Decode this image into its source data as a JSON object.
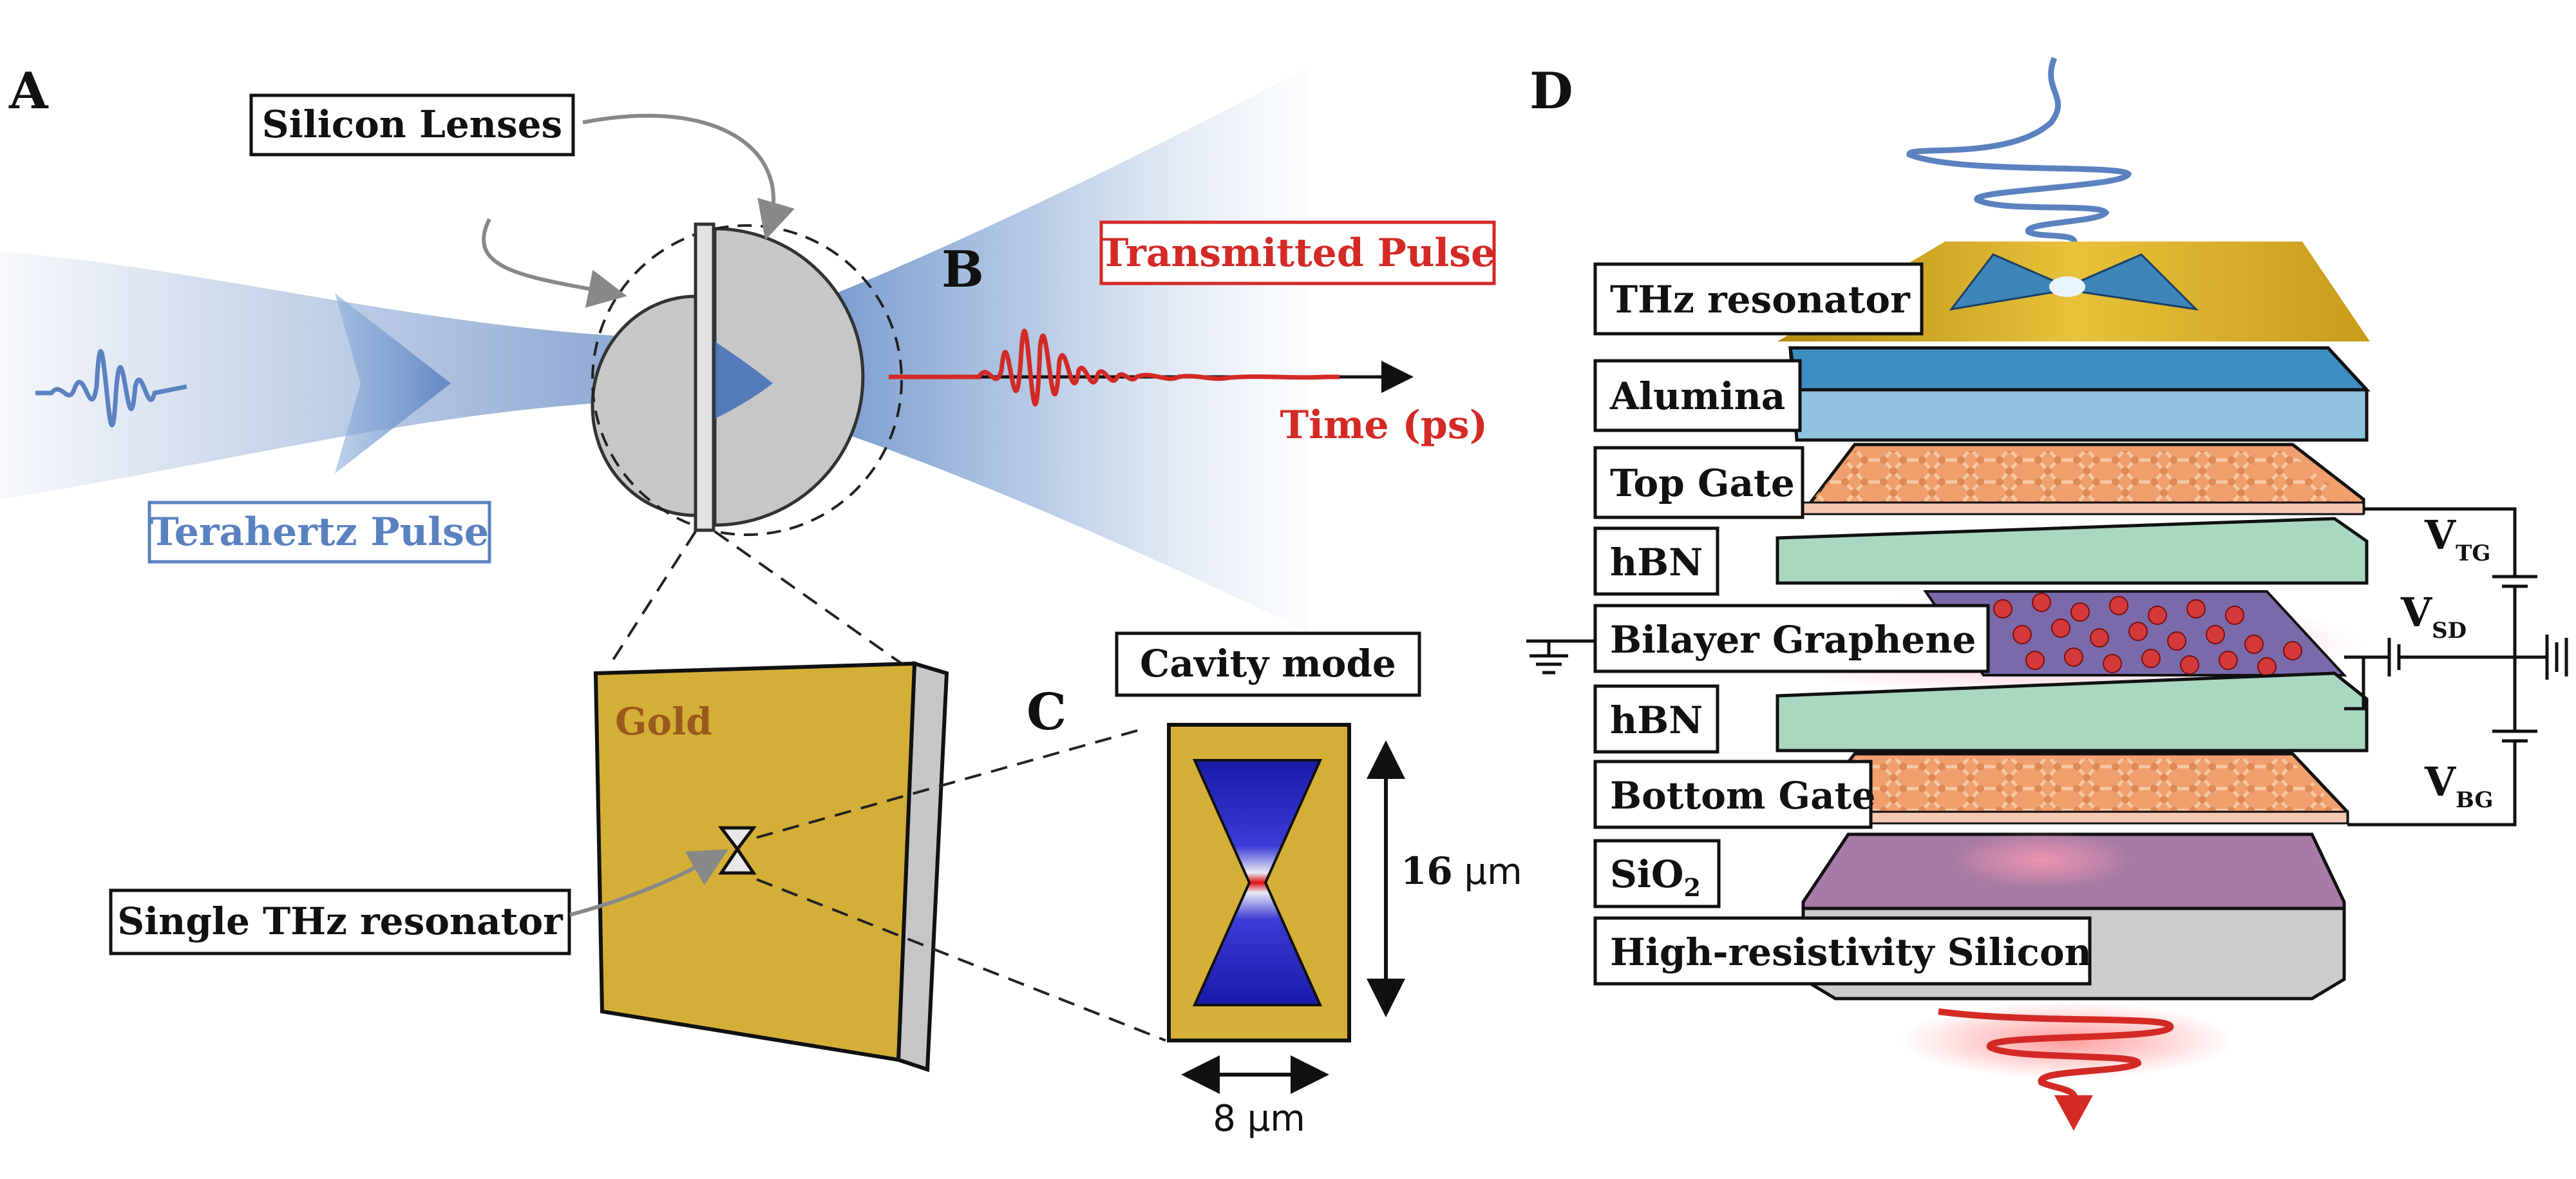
{
  "panels": {
    "a": "A",
    "b": "B",
    "c": "C",
    "d": "D"
  },
  "labels": {
    "silicon_lenses": "Silicon Lenses",
    "transmitted_pulse": "Transmitted Pulse",
    "time_axis": "Time (ps)",
    "terahertz_pulse": "Terahertz Pulse",
    "gold": "Gold",
    "single_resonator": "Single THz resonator",
    "cavity_mode": "Cavity mode",
    "height_dim_value": "16",
    "height_dim_unit": " μm",
    "width_dim": "8 μm"
  },
  "stack": {
    "layers": [
      "THz resonator",
      "Alumina",
      "Top Gate",
      "hBN",
      "Bilayer Graphene",
      "hBN",
      "Bottom Gate",
      "SiO",
      "High-resistivity Silicon"
    ],
    "sio2_subscript": "2"
  },
  "voltages": {
    "tg": {
      "main": "V",
      "sub": "TG"
    },
    "sd": {
      "main": "V",
      "sub": "SD"
    },
    "bg": {
      "main": "V",
      "sub": "BG"
    }
  },
  "colors": {
    "thz_blue": "#5b82c0",
    "pulse_red": "#d32a26",
    "gold": "#d4af37",
    "alumina": "#8fc3df",
    "graphene_orange": "#f29f6e",
    "hbn_green": "#a9d8c0",
    "sio2_purple": "#a77ba6",
    "silicon_gray": "#cccccc"
  }
}
